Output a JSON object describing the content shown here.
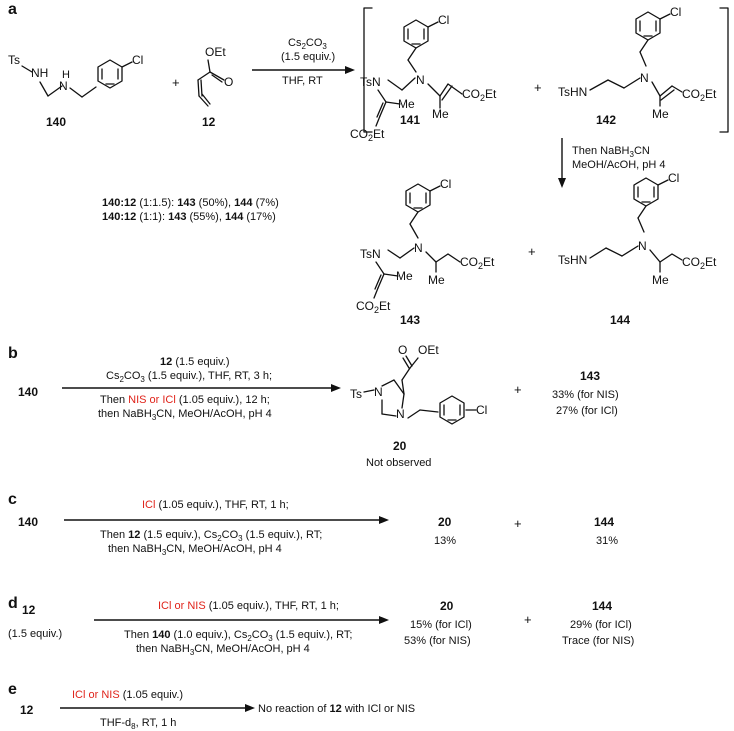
{
  "panels": {
    "a": {
      "letter": "a",
      "reactant1": {
        "id": "140",
        "ts": "Ts",
        "nh": "NH",
        "h": "H",
        "n": "N",
        "cl": "Cl"
      },
      "plus": "+",
      "reactant2": {
        "id": "12",
        "oet": "OEt",
        "o": "O"
      },
      "arrow_above": [
        "Cs2CO3",
        "(1.5 equiv.)"
      ],
      "arrow_below": "THF, RT",
      "product141": {
        "id": "141",
        "tsn": "TsN",
        "n": "N",
        "co2et": "CO2Et",
        "me": "Me",
        "cl": "Cl"
      },
      "product142": {
        "id": "142",
        "tshn": "TsHN",
        "n": "N",
        "co2et": "CO2Et",
        "me": "Me",
        "cl": "Cl"
      },
      "down_arrow": [
        "Then NaBH3CN",
        "MeOH/AcOH, pH 4"
      ],
      "ratios": [
        {
          "label": "140:12",
          "ratio": "(1:1.5):",
          "p1": "143",
          "y1": "(50%),",
          "p2": "144",
          "y2": "(7%)"
        },
        {
          "label": "140:12",
          "ratio": "(1:1):",
          "p1": "143",
          "y1": "(55%),",
          "p2": "144",
          "y2": "(17%)"
        }
      ],
      "product143": {
        "id": "143",
        "tsn": "TsN",
        "n": "N",
        "co2et": "CO2Et",
        "me": "Me",
        "cl": "Cl"
      },
      "product144": {
        "id": "144",
        "tshn": "TsHN",
        "n": "N",
        "co2et": "CO2Et",
        "me": "Me",
        "cl": "Cl"
      }
    },
    "b": {
      "letter": "b",
      "start": "140",
      "above": "(1.5 equiv.)",
      "above_id": "12",
      "line2": "Cs2CO3 (1.5 equiv.), THF, RT, 3 h;",
      "line3_pre": "Then ",
      "line3_red": "NIS or ICl",
      "line3_post": " (1.05 equiv.), 12 h;",
      "line4": "then NaBH3CN, MeOH/AcOH, pH 4",
      "product20": {
        "id": "20",
        "note": "Not observed",
        "o": "O",
        "oet": "OEt",
        "ts": "Ts",
        "n": "N",
        "cl": "Cl"
      },
      "plus": "+",
      "side": {
        "id": "143",
        "y1": "33% (for NIS)",
        "y2": "27% (for ICl)"
      }
    },
    "c": {
      "letter": "c",
      "start": "140",
      "above_red": "ICl",
      "above_rest": " (1.05 equiv.), THF, RT, 1 h;",
      "below1_pre": "Then ",
      "below1_id": "12",
      "below1_post": " (1.5 equiv.), Cs2CO3 (1.5 equiv.), RT;",
      "below2": "then NaBH3CN, MeOH/AcOH, pH 4",
      "prod1": {
        "id": "20",
        "y": "13%"
      },
      "plus": "+",
      "prod2": {
        "id": "144",
        "y": "31%"
      }
    },
    "d": {
      "letter": "d",
      "start": "12",
      "start_equiv": "(1.5  equiv.)",
      "above_red": "ICl or NIS",
      "above_rest": " (1.05 equiv.), THF, RT, 1 h;",
      "below1_pre": "Then ",
      "below1_id": "140",
      "below1_post": " (1.0 equiv.), Cs2CO3 (1.5 equiv.), RT;",
      "below2": "then NaBH3CN, MeOH/AcOH, pH 4",
      "prod1": {
        "id": "20",
        "y1": "15% (for ICl)",
        "y2": "53% (for NIS)"
      },
      "plus": "+",
      "prod2": {
        "id": "144",
        "y1": "29% (for ICl)",
        "y2": "Trace (for NIS)"
      }
    },
    "e": {
      "letter": "e",
      "start": "12",
      "above_red": "ICl or NIS",
      "above_rest": " (1.05 equiv.)",
      "below": "THF-d8, RT, 1 h",
      "result_pre": "No reaction of ",
      "result_id": "12",
      "result_post": " with ICl or NIS"
    }
  }
}
